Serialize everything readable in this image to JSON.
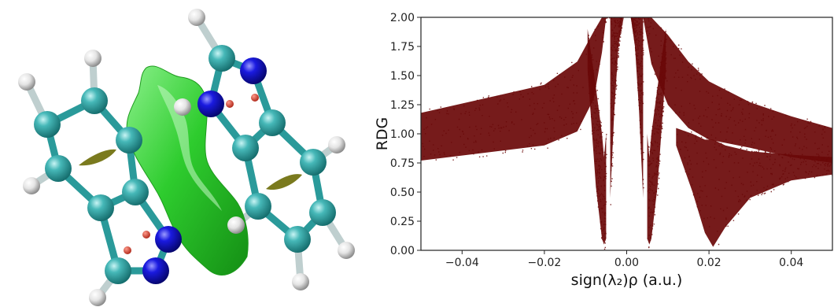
{
  "figure": {
    "left_panel": "molecular-structure-with-nci-isosurface",
    "colors": {
      "carbon": "#2fa6a6",
      "nitrogen": "#1010d0",
      "hydrogen": "#f2f2f2",
      "isosurface": "#2ecc2e",
      "ring_critical_disc": "#7a7a1e",
      "critical_point": "#d83a2a",
      "scatter": "#6a0808"
    }
  },
  "chart_data": {
    "type": "scatter",
    "title": "",
    "xlabel": "sign(λ₂)ρ (a.u.)",
    "ylabel": "RDG",
    "xlim": [
      -0.05,
      0.05
    ],
    "ylim": [
      0.0,
      2.0
    ],
    "xticks": [
      -0.04,
      -0.02,
      0.0,
      0.02,
      0.04
    ],
    "xtick_labels": [
      "−0.04",
      "−0.02",
      "0.00",
      "0.02",
      "0.04"
    ],
    "yticks": [
      0.0,
      0.25,
      0.5,
      0.75,
      1.0,
      1.25,
      1.5,
      1.75,
      2.0
    ],
    "ytick_labels": [
      "0.00",
      "0.25",
      "0.50",
      "0.75",
      "1.00",
      "1.25",
      "1.50",
      "1.75",
      "2.00"
    ],
    "grid": false,
    "legend": "none",
    "color": "#6a0808",
    "regions": [
      {
        "x": [
          -0.05,
          -0.02,
          -0.012,
          -0.008,
          -0.006,
          -0.005,
          -0.004
        ],
        "lower": [
          0.77,
          0.9,
          1.02,
          1.3,
          1.7,
          2.0,
          2.0
        ],
        "upper": [
          1.18,
          1.42,
          1.62,
          1.88,
          2.0,
          2.0,
          2.0
        ]
      },
      {
        "x": [
          -0.0095,
          -0.0075,
          -0.006,
          -0.0055,
          -0.005
        ],
        "lower": [
          1.55,
          0.55,
          0.1,
          0.05,
          0.1
        ],
        "upper": [
          1.9,
          1.4,
          1.0,
          0.8,
          1.0
        ]
      },
      {
        "x": [
          -0.004,
          -0.003,
          -0.002,
          -0.001
        ],
        "lower": [
          0.45,
          1.2,
          1.75,
          2.0
        ],
        "upper": [
          2.0,
          2.0,
          2.0,
          2.0
        ]
      },
      {
        "x": [
          0.001,
          0.002,
          0.003,
          0.004
        ],
        "lower": [
          2.0,
          1.75,
          1.2,
          0.45
        ],
        "upper": [
          2.0,
          2.0,
          2.0,
          2.0
        ]
      },
      {
        "x": [
          0.005,
          0.0055,
          0.006,
          0.0075,
          0.0095
        ],
        "lower": [
          0.1,
          0.05,
          0.1,
          0.55,
          1.55
        ],
        "upper": [
          1.0,
          0.8,
          1.0,
          1.4,
          1.9
        ]
      },
      {
        "x": [
          0.004,
          0.006,
          0.01,
          0.015,
          0.02,
          0.03,
          0.04,
          0.05
        ],
        "lower": [
          2.0,
          1.6,
          1.25,
          1.05,
          0.95,
          0.88,
          0.8,
          0.75
        ],
        "upper": [
          2.0,
          2.0,
          1.85,
          1.62,
          1.45,
          1.27,
          1.15,
          1.05
        ]
      },
      {
        "x": [
          0.012,
          0.016,
          0.019,
          0.021,
          0.024,
          0.03,
          0.04,
          0.05
        ],
        "lower": [
          0.9,
          0.5,
          0.15,
          0.03,
          0.2,
          0.45,
          0.6,
          0.65
        ],
        "upper": [
          1.05,
          1.0,
          0.95,
          0.95,
          0.9,
          0.85,
          0.82,
          0.8
        ]
      }
    ]
  }
}
